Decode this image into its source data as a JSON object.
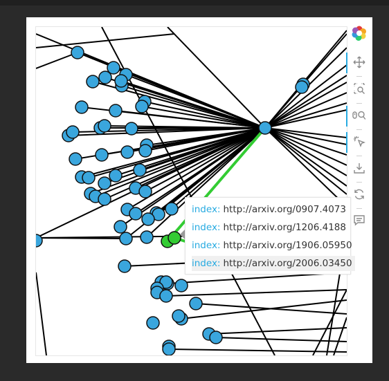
{
  "toolbar": {
    "logo_icon": "bokeh-logo-icon",
    "tools": [
      {
        "name": "pan-tool",
        "icon": "move-icon",
        "active": true
      },
      {
        "name": "box-zoom-tool",
        "icon": "box-zoom-icon",
        "active": false
      },
      {
        "name": "wheel-zoom-tool",
        "icon": "wheel-zoom-icon",
        "active": true
      },
      {
        "name": "tap-tool",
        "icon": "tap-icon",
        "active": true
      },
      {
        "name": "save-tool",
        "icon": "download-icon",
        "active": false
      },
      {
        "name": "reset-tool",
        "icon": "reset-icon",
        "active": false
      },
      {
        "name": "hover-tool",
        "icon": "comment-icon",
        "active": false
      }
    ]
  },
  "tooltip": {
    "rows": [
      {
        "label": "index:",
        "value": "http://arxiv.org/0907.4073"
      },
      {
        "label": "index:",
        "value": "http://arxiv.org/1206.4188"
      },
      {
        "label": "index:",
        "value": "http://arxiv.org/1906.05950"
      },
      {
        "label": "index:",
        "value": "http://arxiv.org/2006.03450"
      }
    ]
  },
  "colors": {
    "node_fill": "#3aa6dd",
    "node_stroke": "#111111",
    "edge": "#000000",
    "highlight_edge": "#33cc33",
    "highlight_node": "#33cc33",
    "tool_accent": "#26aae1"
  }
}
